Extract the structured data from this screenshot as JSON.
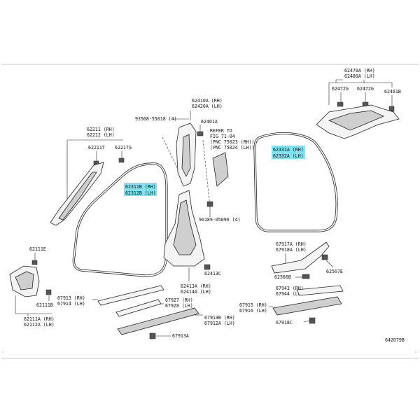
{
  "diagram_id": "642079B",
  "labels": {
    "p62470a": "62470A (RH)",
    "p62480a": "62480A (LH)",
    "p62472g_a": "62472G",
    "p62472g_b": "62472G",
    "p62461b": "62461B",
    "p62410a": "62410A (RH)",
    "p62420a": "62420A (LH)",
    "p93568": "93568-55018 (4)",
    "p62401a": "62401A",
    "refer1": "REFER TO",
    "refer2": "FIG 71-04",
    "refer3": "(PNC 75023 (RH))",
    "refer4": "(PNC 75024 (LH))",
    "p62211": "62211 (RH)",
    "p62212": "62212 (LH)",
    "p62211t": "62211T",
    "p62217g": "62217G",
    "p62311b": "62311B (RH)",
    "p62312b": "62312B (LH)",
    "p62331a": "62331A (RH)",
    "p62332a": "62332A (LH)",
    "p90189": "90189-05096 (4)",
    "p62111e": "62111E",
    "p62111b": "62111B",
    "p62111a": "62111A (RH)",
    "p62112a": "62112A (LH)",
    "p62413c": "62413C",
    "p62413a": "62413A (RH)",
    "p62414a": "62414A (LH)",
    "p67917a": "67917A (RH)",
    "p67918a": "67918A (LH)",
    "p62567e": "62567E",
    "p62566b": "62566B",
    "p67913_rh": "67913 (RH)",
    "p67914_lh": "67914 (LH)",
    "p67927": "67927 (RH)",
    "p67928": "67928 (LH)",
    "p67943": "67943 (RH)",
    "p67944": "67944 (LH)",
    "p67915": "67915 (RH)",
    "p67916": "67916 (LH)",
    "p67918c": "67918C",
    "p67913b": "67913B (RH)",
    "p67912a": "67912A (LH)",
    "p67913a": "67913A"
  },
  "colors": {
    "highlight": "#7fe3f2",
    "line": "#222222",
    "frame": "#c8c8c8"
  }
}
